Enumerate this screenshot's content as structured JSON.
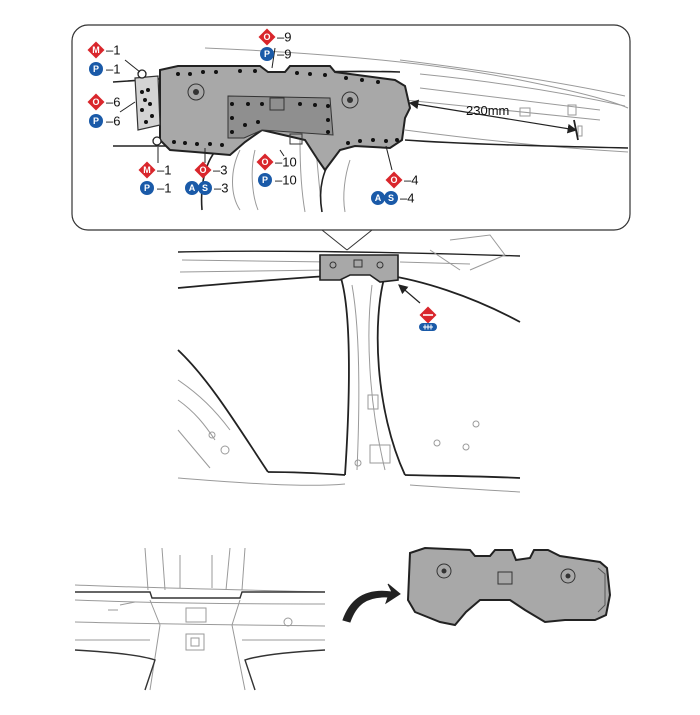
{
  "dimension": {
    "label": "230mm"
  },
  "colors": {
    "panel_fill": "#a8a8a8",
    "panel_dark": "#8f8f8f",
    "red_symbol": "#d9262c",
    "blue_symbol": "#1a5aa8",
    "line": "#222222",
    "light_line": "#9a9a9a"
  },
  "callouts": [
    {
      "id": "m1-top",
      "symbol": "M",
      "color": "red",
      "text": "–1"
    },
    {
      "id": "p1-top",
      "symbol": "P",
      "color": "blue",
      "text": "–1"
    },
    {
      "id": "o6",
      "symbol": "O",
      "color": "red",
      "text": "–6"
    },
    {
      "id": "p6",
      "symbol": "P",
      "color": "blue",
      "text": "–6"
    },
    {
      "id": "m1-bot",
      "symbol": "M",
      "color": "red",
      "text": "–1"
    },
    {
      "id": "p1-bot",
      "symbol": "P",
      "color": "blue",
      "text": "–1"
    },
    {
      "id": "o3",
      "symbol": "O",
      "color": "red",
      "text": "–3"
    },
    {
      "id": "as3",
      "symbol": "AS",
      "color": "blue",
      "text": "–3"
    },
    {
      "id": "o9",
      "symbol": "O",
      "color": "red",
      "text": "–9"
    },
    {
      "id": "p9",
      "symbol": "P",
      "color": "blue",
      "text": "–9"
    },
    {
      "id": "o10",
      "symbol": "O",
      "color": "red",
      "text": "–10"
    },
    {
      "id": "p10",
      "symbol": "P",
      "color": "blue",
      "text": "–10"
    },
    {
      "id": "o4",
      "symbol": "O",
      "color": "red",
      "text": "–4"
    },
    {
      "id": "as4",
      "symbol": "AS",
      "color": "blue",
      "text": "–4"
    }
  ],
  "icons": {
    "cut_tool": "grinder-symbol-icon",
    "rotate_arrow": "curved-arrow-icon"
  }
}
